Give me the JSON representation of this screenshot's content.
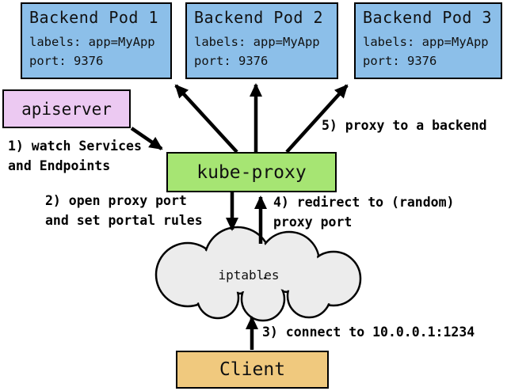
{
  "colors": {
    "pod_fill": "#8cbfe9",
    "apiserver_fill": "#ecc9f2",
    "kube_proxy_fill": "#a6e573",
    "client_fill": "#f0c97e",
    "cloud_fill": "#ececec",
    "border": "#000000",
    "background": "#ffffff"
  },
  "nodes": {
    "pod1": {
      "title": "Backend Pod 1",
      "line1": "labels: app=MyApp",
      "line2": "port: 9376"
    },
    "pod2": {
      "title": "Backend Pod 2",
      "line1": "labels: app=MyApp",
      "line2": "port: 9376"
    },
    "pod3": {
      "title": "Backend Pod 3",
      "line1": "labels: app=MyApp",
      "line2": "port: 9376"
    },
    "apiserver": {
      "title": "apiserver"
    },
    "kube_proxy": {
      "title": "kube-proxy"
    },
    "iptables": {
      "title": "iptables"
    },
    "client": {
      "title": "Client"
    }
  },
  "annotations": {
    "step1": {
      "line1": "1) watch Services",
      "line2": "and Endpoints"
    },
    "step2": {
      "line1": "2) open proxy port",
      "line2": "and set portal rules"
    },
    "step3": {
      "line1": "3) connect to 10.0.0.1:1234"
    },
    "step4": {
      "line1": "4) redirect to (random)",
      "line2": "proxy port"
    },
    "step5": {
      "line1": "5) proxy to a backend"
    }
  }
}
